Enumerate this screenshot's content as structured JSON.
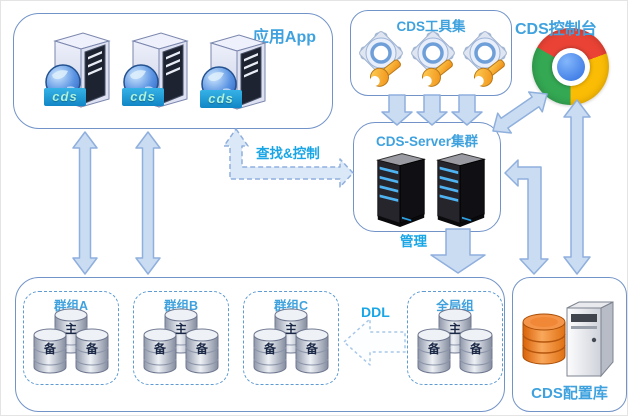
{
  "colors": {
    "title_blue": "#3FA2DE",
    "label_cyan": "#18A6E6",
    "box_border": "#7293C8",
    "dashed_border": "#5E9BD3",
    "arrow_fill": "#C9DCF2",
    "arrow_stroke": "#8FAFDD",
    "cds_badge_bg": "#1E9AD6",
    "config_db_orange": "#E8761B",
    "chrome_red": "#EA4335",
    "chrome_green": "#34A853",
    "chrome_yellow": "#FBBC05",
    "chrome_blue": "#2F6FE0"
  },
  "app_box": {
    "title": "应用App",
    "badge": "cds"
  },
  "toolset_box": {
    "title": "CDS工具集"
  },
  "console": {
    "title": "CDS控制台"
  },
  "server_box": {
    "title": "CDS-Server集群"
  },
  "arrow_labels": {
    "search_control": "查找&控制",
    "manage": "管理",
    "ddl": "DDL"
  },
  "groups_box": {
    "groups": [
      {
        "label": "群组A",
        "master": "主",
        "slave_left": "备",
        "slave_right": "备"
      },
      {
        "label": "群组B",
        "master": "主",
        "slave_left": "备",
        "slave_right": "备"
      },
      {
        "label": "群组C",
        "master": "主",
        "slave_left": "备",
        "slave_right": "备"
      },
      {
        "label": "全局组",
        "master": "主",
        "slave_left": "备",
        "slave_right": "备"
      }
    ]
  },
  "config_box": {
    "title": "CDS配置库"
  }
}
